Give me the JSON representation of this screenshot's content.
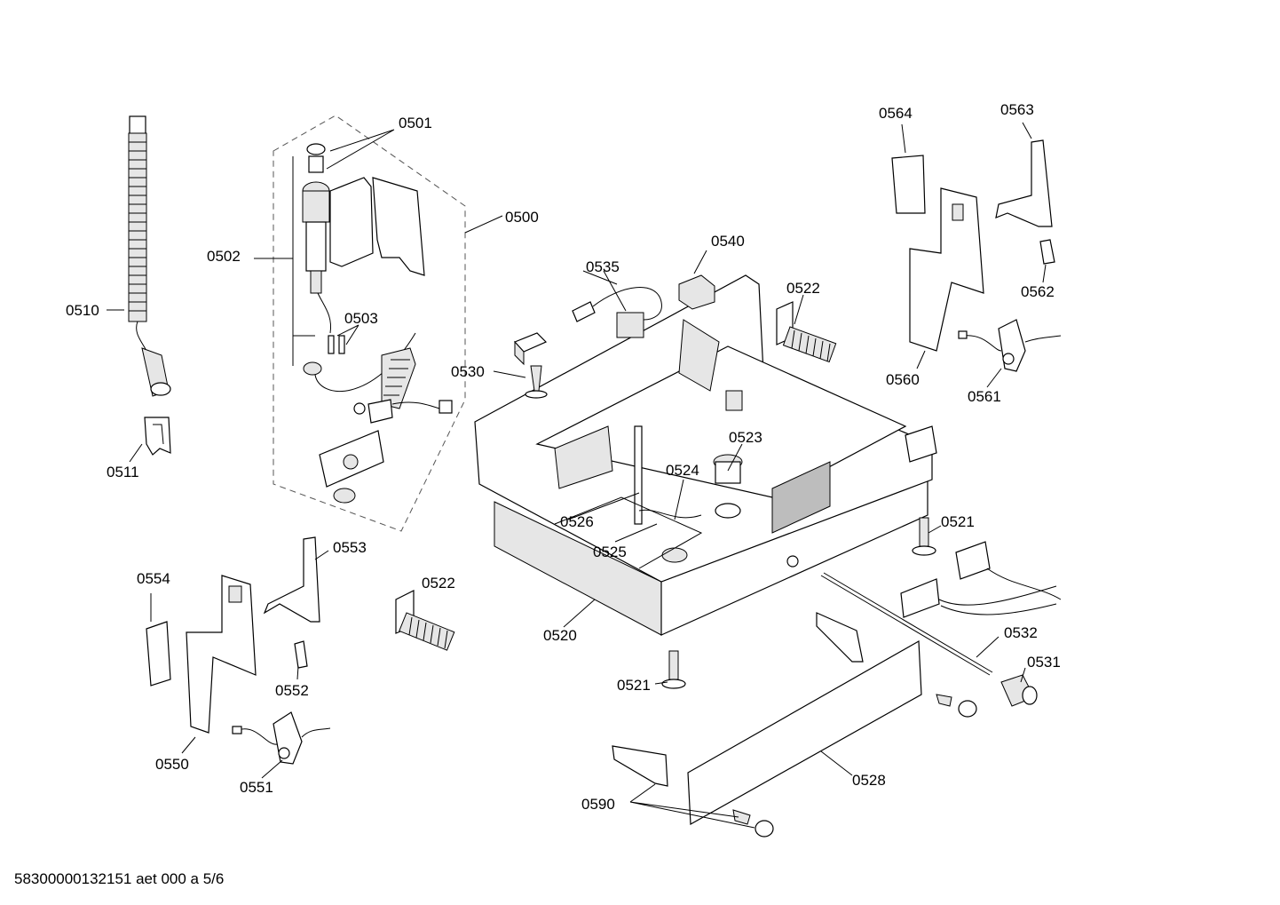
{
  "labels": {
    "p0500": "0500",
    "p0501": "0501",
    "p0502": "0502",
    "p0503": "0503",
    "p0510": "0510",
    "p0511": "0511",
    "p0520": "0520",
    "p0521a": "0521",
    "p0521b": "0521",
    "p0522a": "0522",
    "p0522b": "0522",
    "p0523": "0523",
    "p0524": "0524",
    "p0525": "0525",
    "p0526": "0526",
    "p0528": "0528",
    "p0530": "0530",
    "p0531": "0531",
    "p0532": "0532",
    "p0535": "0535",
    "p0540": "0540",
    "p0550": "0550",
    "p0551": "0551",
    "p0552": "0552",
    "p0553": "0553",
    "p0554": "0554",
    "p0560": "0560",
    "p0561": "0561",
    "p0562": "0562",
    "p0563": "0563",
    "p0564": "0564",
    "p0590": "0590"
  },
  "footer": "58300000132151 aet 000 a 5/6"
}
